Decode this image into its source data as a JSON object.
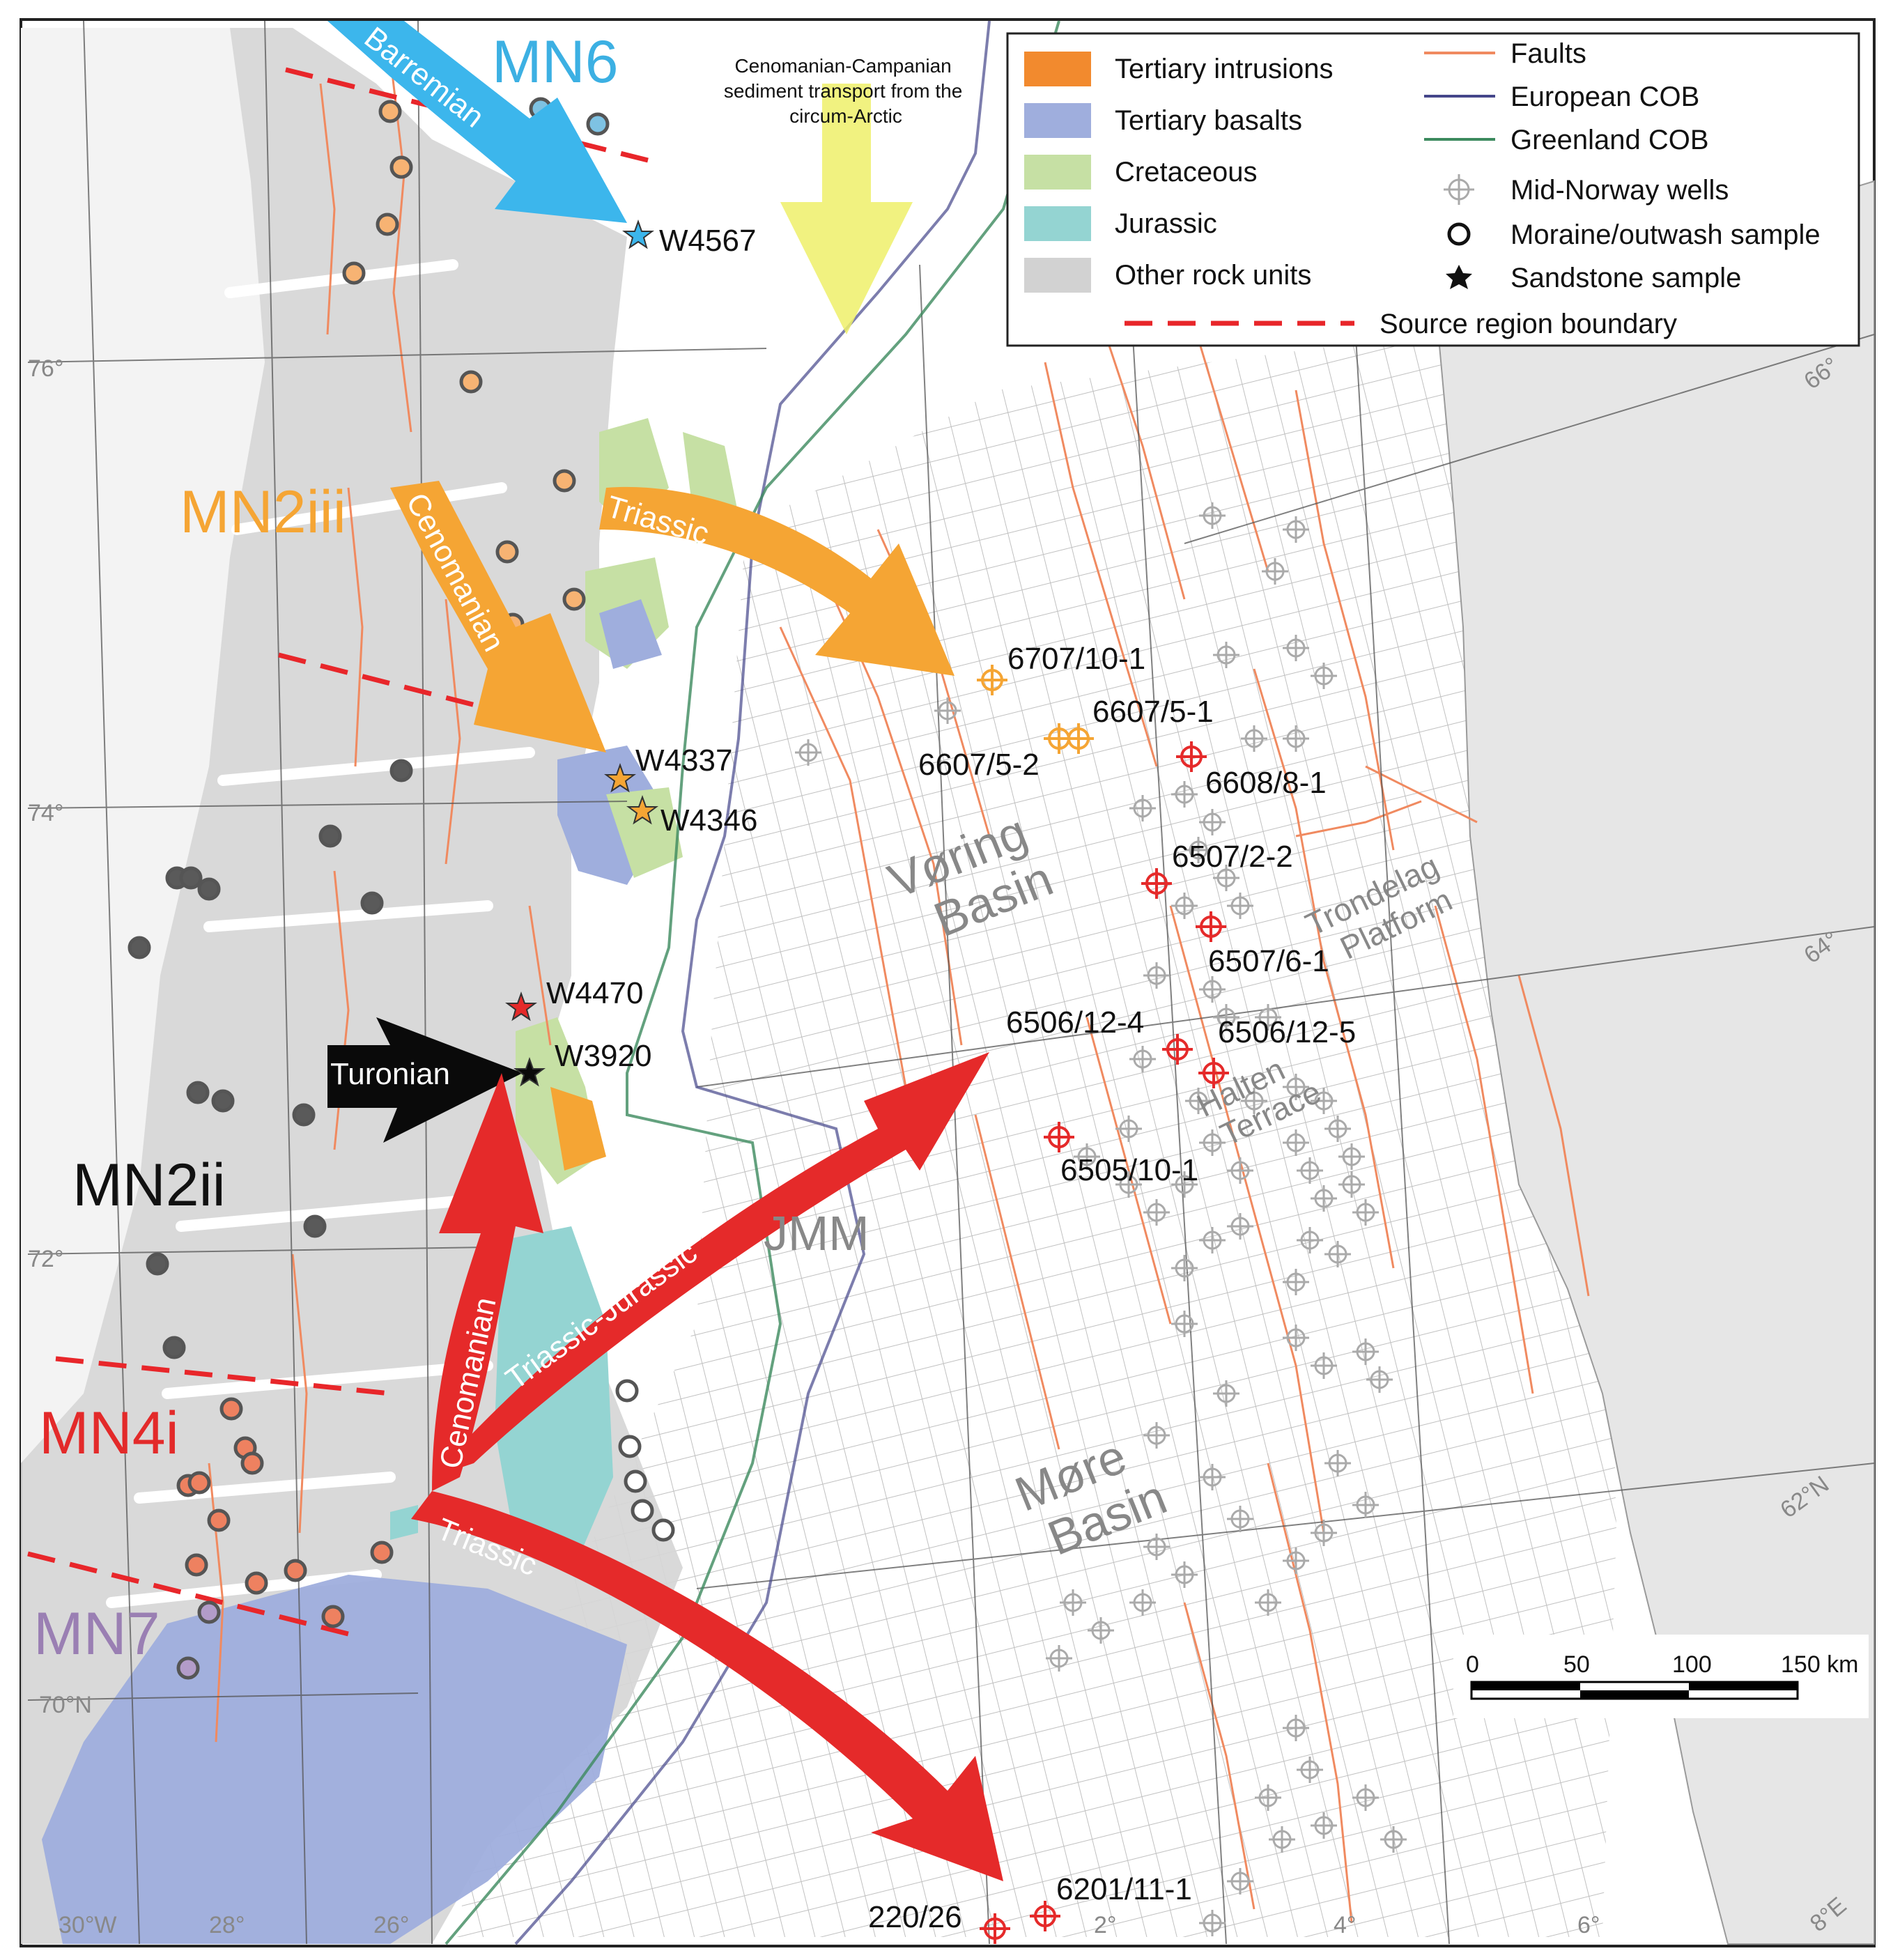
{
  "legend": {
    "units": [
      {
        "label": "Tertiary intrusions",
        "color": "#f28a2e"
      },
      {
        "label": "Tertiary basalts",
        "color": "#9faedd"
      },
      {
        "label": "Cretaceous",
        "color": "#c6e0a4"
      },
      {
        "label": "Jurassic",
        "color": "#94d4d2"
      },
      {
        "label": "Other rock units",
        "color": "#d2d2d2"
      }
    ],
    "lines": [
      {
        "label": "Faults",
        "color": "#f08a60"
      },
      {
        "label": "European COB",
        "color": "#45468a"
      },
      {
        "label": "Greenland COB",
        "color": "#3c8a5e"
      }
    ],
    "symbols": [
      {
        "label": "Mid-Norway wells",
        "icon": "crosshair-icon"
      },
      {
        "label": "Moraine/outwash sample",
        "icon": "ring-icon"
      },
      {
        "label": "Sandstone sample",
        "icon": "star-icon"
      }
    ],
    "boundary": {
      "label": "Source region boundary",
      "color": "#e8262a"
    }
  },
  "regions": [
    {
      "label": "MN6",
      "color": "#3cb0e3"
    },
    {
      "label": "MN2iii",
      "color": "#f5a534"
    },
    {
      "label": "MN2ii",
      "color": "#111111"
    },
    {
      "label": "MN4i",
      "color": "#e32a2a"
    },
    {
      "label": "MN7",
      "color": "#9a7fb3"
    }
  ],
  "transport_note": "Cenomanian-Campanian sediment transport from the circum-Arctic",
  "arrows": {
    "barremian": "Barremian",
    "cenomanian_upper": "Cenomanian",
    "triassic_upper": "Triassic",
    "turonian": "Turonian",
    "cenomanian_lower": "Cenomanian",
    "triassic_jurassic": "Triassic-Jurassic",
    "triassic_lower": "Triassic"
  },
  "samples": [
    "W4567",
    "W4337",
    "W4346",
    "W4470",
    "W3920"
  ],
  "wells": [
    "6707/10-1",
    "6607/5-1",
    "6607/5-2",
    "6608/8-1",
    "6507/2-2",
    "6507/6-1",
    "6506/12-4",
    "6506/12-5",
    "6505/10-1",
    "6201/11-1",
    "220/26"
  ],
  "basins": {
    "voring": [
      "Vøring",
      "Basin"
    ],
    "more": [
      "Møre",
      "Basin"
    ],
    "halten": [
      "Halten",
      "Terrace"
    ],
    "trondelag": [
      "Trondelag",
      "Platform"
    ],
    "jmm": "JMM"
  },
  "coords": {
    "lat_left": [
      "76°",
      "74°",
      "72°",
      "70°N"
    ],
    "lat_right": [
      "66°",
      "64°",
      "62°N"
    ],
    "lon_bottom": [
      "30°W",
      "28°",
      "26°",
      "2°",
      "4°",
      "6°",
      "8°E"
    ]
  },
  "scale": {
    "ticks": [
      "0",
      "50",
      "100",
      "150 km"
    ],
    "fill_fraction": [
      0,
      0.3333,
      0.6667,
      1
    ]
  }
}
